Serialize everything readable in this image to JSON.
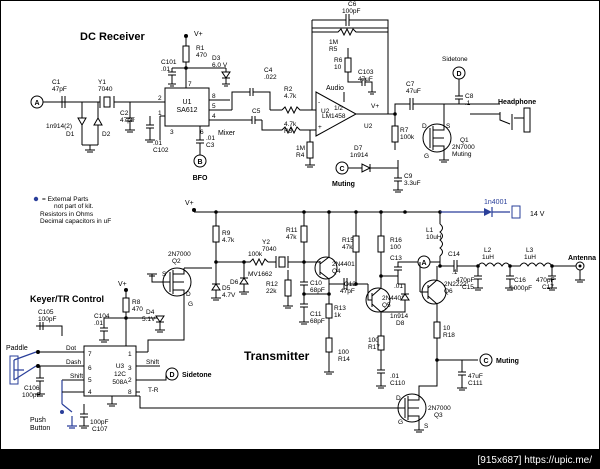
{
  "titles": {
    "dc_receiver": "DC Receiver",
    "transmitter": "Transmitter",
    "keyer": "Keyer/TR Control"
  },
  "notes": {
    "line1": "= External Parts",
    "line2": "not part of kit.",
    "line3": "Resistors in Ohms",
    "line4": "Decimal capacitors in uF"
  },
  "labels": {
    "headphone": "Headphone",
    "antenna": "Antenna",
    "sidetone": "Sidetone",
    "muting": "Muting",
    "bfo": "BFO",
    "mixer": "Mixer",
    "audio": "Audio",
    "paddle": "Paddle",
    "push_button": "Push\nButton",
    "dot": "Dot",
    "dash": "Dash",
    "shift": "Shift",
    "tr": "T-R",
    "vplus": "V+",
    "supply": "14 V",
    "diode_ext": "1n4001"
  },
  "nodes": {
    "A": "A",
    "B": "B",
    "C": "C",
    "D": "D"
  },
  "components": {
    "C1": "C1\n47pF",
    "Y1": "Y1\n7040",
    "C2": "C2\n47pF",
    "D1": "1n914(2)\nD1",
    "D2": "D2",
    "U1": "U1\nSA612",
    "R1": "R1\n470",
    "C101": "C101\n.01",
    "D3": "D3\n6.0 V",
    "C4": "C4\n.022",
    "C5": "C5",
    "C102": ".01\nC102",
    "C3": ".01\nC3",
    "R2": "R2\n4.7k",
    "R3": "4.7k\nR3",
    "R4": "1M\nR4",
    "C6": "C6\n100pF",
    "R5": "1M\nR5",
    "R6": "R6\n10",
    "C103": "C103\n47uF",
    "U2": "1/2\nLM1458",
    "C7": "C7\n47uF",
    "C8": "C8\n.1",
    "R7": "R7\n100k",
    "D7": "D7\n1n914",
    "C9": "C9\n3.3uF",
    "Q1": "Q1\n2N7000\nMuting",
    "Q2": "2N7000\nQ2",
    "R9": "R9\n4.7k",
    "D5": "D5\n4.7V",
    "R10": "100k",
    "D6": "MV1662\nD6",
    "Y2": "Y2\n7040",
    "R11": "R11\n47k",
    "R12": "R12\n22k",
    "C10": "C10\n68pF",
    "C11": "C11\n68pF",
    "Q4": "2N4401\nQ4",
    "R13": "R13\n1k",
    "R14": "100\nR14",
    "R15": "R15\n47k",
    "R16": "R16\n100",
    "C12": "C12\n47pF",
    "Q5": "2N4401\nQ5",
    "C13": "C13\n.01",
    "D8": "1n914\nD8",
    "R17": "100\nR17",
    "L1": "L1\n10uH",
    "Q6": "2N2222\nQ6",
    "C14": "C14\n.1",
    "L2": "L2\n1uH",
    "L3": "L3\n1uH",
    "C15": "470pF\nC15",
    "C16": "C16\n1000pF",
    "C17": "470pF\nC17",
    "R18": "10\nR18",
    "C110": ".01\nC110",
    "C111": "47uF\nC111",
    "Q3": "2N7000\nQ3",
    "C105": "C105\n100pF",
    "C104": "C104\n.01",
    "R8": "R8\n470",
    "D4": "D4\n5.1V",
    "U3": "U3\n12C\n508A",
    "C106": "C106\n100pF",
    "C107": "100pF\nC107"
  },
  "pins": {
    "u1": [
      "1",
      "2",
      "3",
      "4",
      "5",
      "6",
      "7",
      "8"
    ],
    "u2": [
      "2",
      "3",
      "1",
      "4",
      "8"
    ],
    "u3": [
      "1",
      "2",
      "3",
      "4",
      "5",
      "6",
      "7",
      "8"
    ]
  },
  "transistor_pins": {
    "d": "D",
    "g": "G",
    "s": "S"
  },
  "watermark": "[915x687] https://upic.me/"
}
